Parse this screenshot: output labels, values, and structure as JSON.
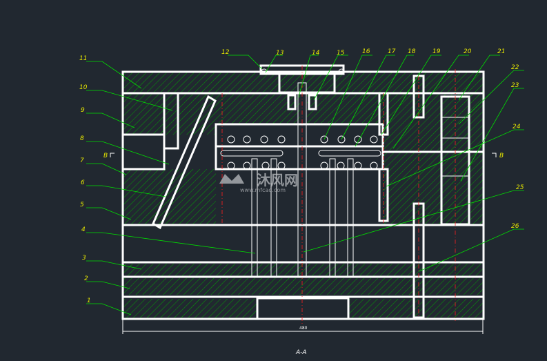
{
  "drawing": {
    "callouts": [
      "1",
      "2",
      "3",
      "4",
      "5",
      "6",
      "7",
      "8",
      "9",
      "10",
      "11",
      "12",
      "13",
      "14",
      "15",
      "16",
      "17",
      "18",
      "19",
      "20",
      "21",
      "22",
      "23",
      "24",
      "25",
      "26"
    ],
    "section_label": "A-A",
    "overall_dimension": "480",
    "section_marks": {
      "left": "B",
      "right": "B"
    },
    "watermark": {
      "brand": "沐风网",
      "url": "www.mfcad.com"
    },
    "colors": {
      "background": "#212830",
      "outline": "#ffffff",
      "hatch": "#00c000",
      "leader": "#00e000",
      "callout_text": "#e8e800",
      "centerline": "#ff2020"
    }
  }
}
